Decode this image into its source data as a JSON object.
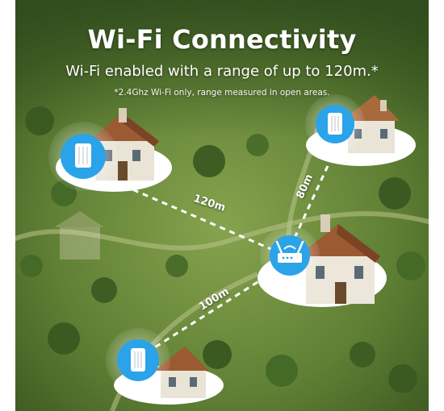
{
  "header": {
    "title": "Wi-Fi Connectivity",
    "subtitle": "Wi-Fi enabled with a range of up to 120m.*",
    "footnote": "*2.4Ghz Wi-Fi only, range measured in open areas."
  },
  "links": [
    {
      "label": "120m",
      "from": "extender-top-left",
      "to": "router"
    },
    {
      "label": "80m",
      "from": "router",
      "to": "extender-top-right"
    },
    {
      "label": "100m",
      "from": "router",
      "to": "extender-bottom-left"
    }
  ],
  "devices": {
    "router": {
      "icon": "wifi-router-icon"
    },
    "extenders": [
      "wifi-extender-icon",
      "wifi-extender-icon",
      "wifi-extender-icon"
    ]
  },
  "colors": {
    "accent": "#2aa3e8",
    "link_line": "#ffffff",
    "grass_dark": "#3f5e24",
    "grass_light": "#7a9a45",
    "roof": "#8a4a2a"
  }
}
